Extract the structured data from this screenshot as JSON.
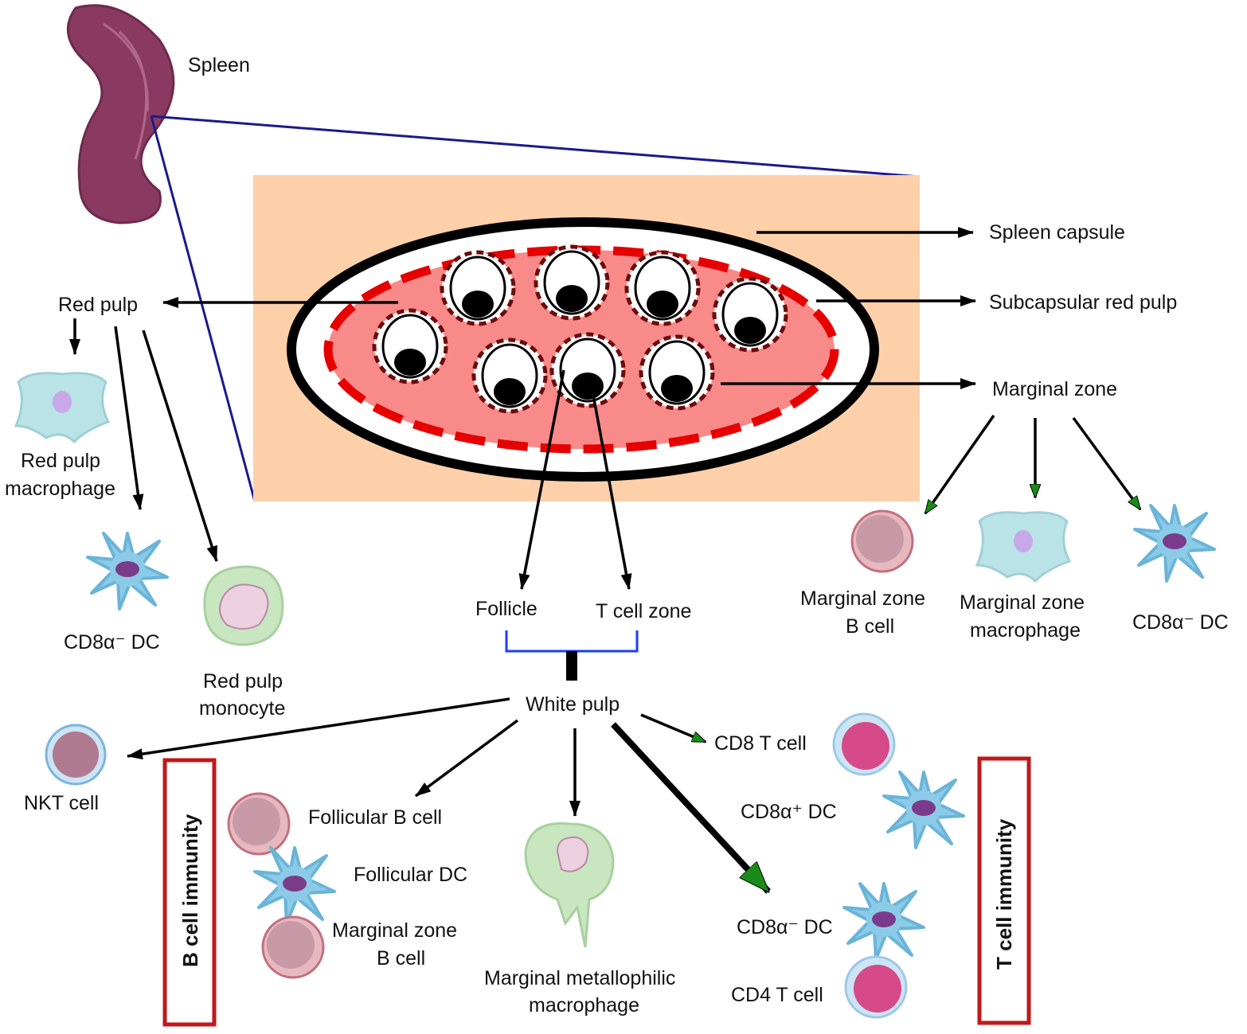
{
  "labels": {
    "spleen": "Spleen",
    "spleen_capsule": "Spleen capsule",
    "subcapsular_red_pulp": "Subcapsular red pulp",
    "marginal_zone": "Marginal zone",
    "red_pulp": "Red pulp",
    "red_pulp_macrophage_1": "Red pulp",
    "red_pulp_macrophage_2": "macrophage",
    "cd8a_neg_dc_left": "CD8α⁻ DC",
    "red_pulp_monocyte_1": "Red pulp",
    "red_pulp_monocyte_2": "monocyte",
    "mz_b_cell_1": "Marginal zone",
    "mz_b_cell_2": "B cell",
    "mz_macrophage_1": "Marginal zone",
    "mz_macrophage_2": "macrophage",
    "cd8a_neg_dc_right": "CD8α⁻ DC",
    "follicle": "Follicle",
    "t_cell_zone": "T cell zone",
    "white_pulp": "White pulp",
    "nkt_cell": "NKT cell",
    "b_cell_immunity": "B cell  immunity",
    "follicular_b_cell": "Follicular B cell",
    "follicular_dc": "Follicular DC",
    "wp_mz_b_cell_1": "Marginal zone",
    "wp_mz_b_cell_2": "B cell",
    "mmm_1": "Marginal metallophilic",
    "mmm_2": "macrophage",
    "cd8_t_cell": "CD8 T cell",
    "cd8a_pos_dc": "CD8α⁺ DC",
    "cd8a_neg_dc_wp": "CD8α⁻ DC",
    "cd4_t_cell": "CD4 T cell",
    "t_cell_immunity": "T cell immunity"
  },
  "colors": {
    "tissue_background": "#fdd0aa",
    "red_pulp": "#f88a8a",
    "red_dash": "#e60000",
    "follicle_dash": "#6b0c0c",
    "zoom_lines": "#1a1a8c",
    "bracket": "#1a3cff",
    "immunity_box": "#c0181c",
    "green_arrowhead": "#1a8a1a",
    "spleen_organ": "#8a3a60",
    "dc_cell": "#8ccbe8",
    "macrophage_cell": "#b9e3e6",
    "monocyte_cell": "#c8e6c0",
    "b_cell": "#d9a0b0",
    "t_cell": "#d64a8a"
  }
}
